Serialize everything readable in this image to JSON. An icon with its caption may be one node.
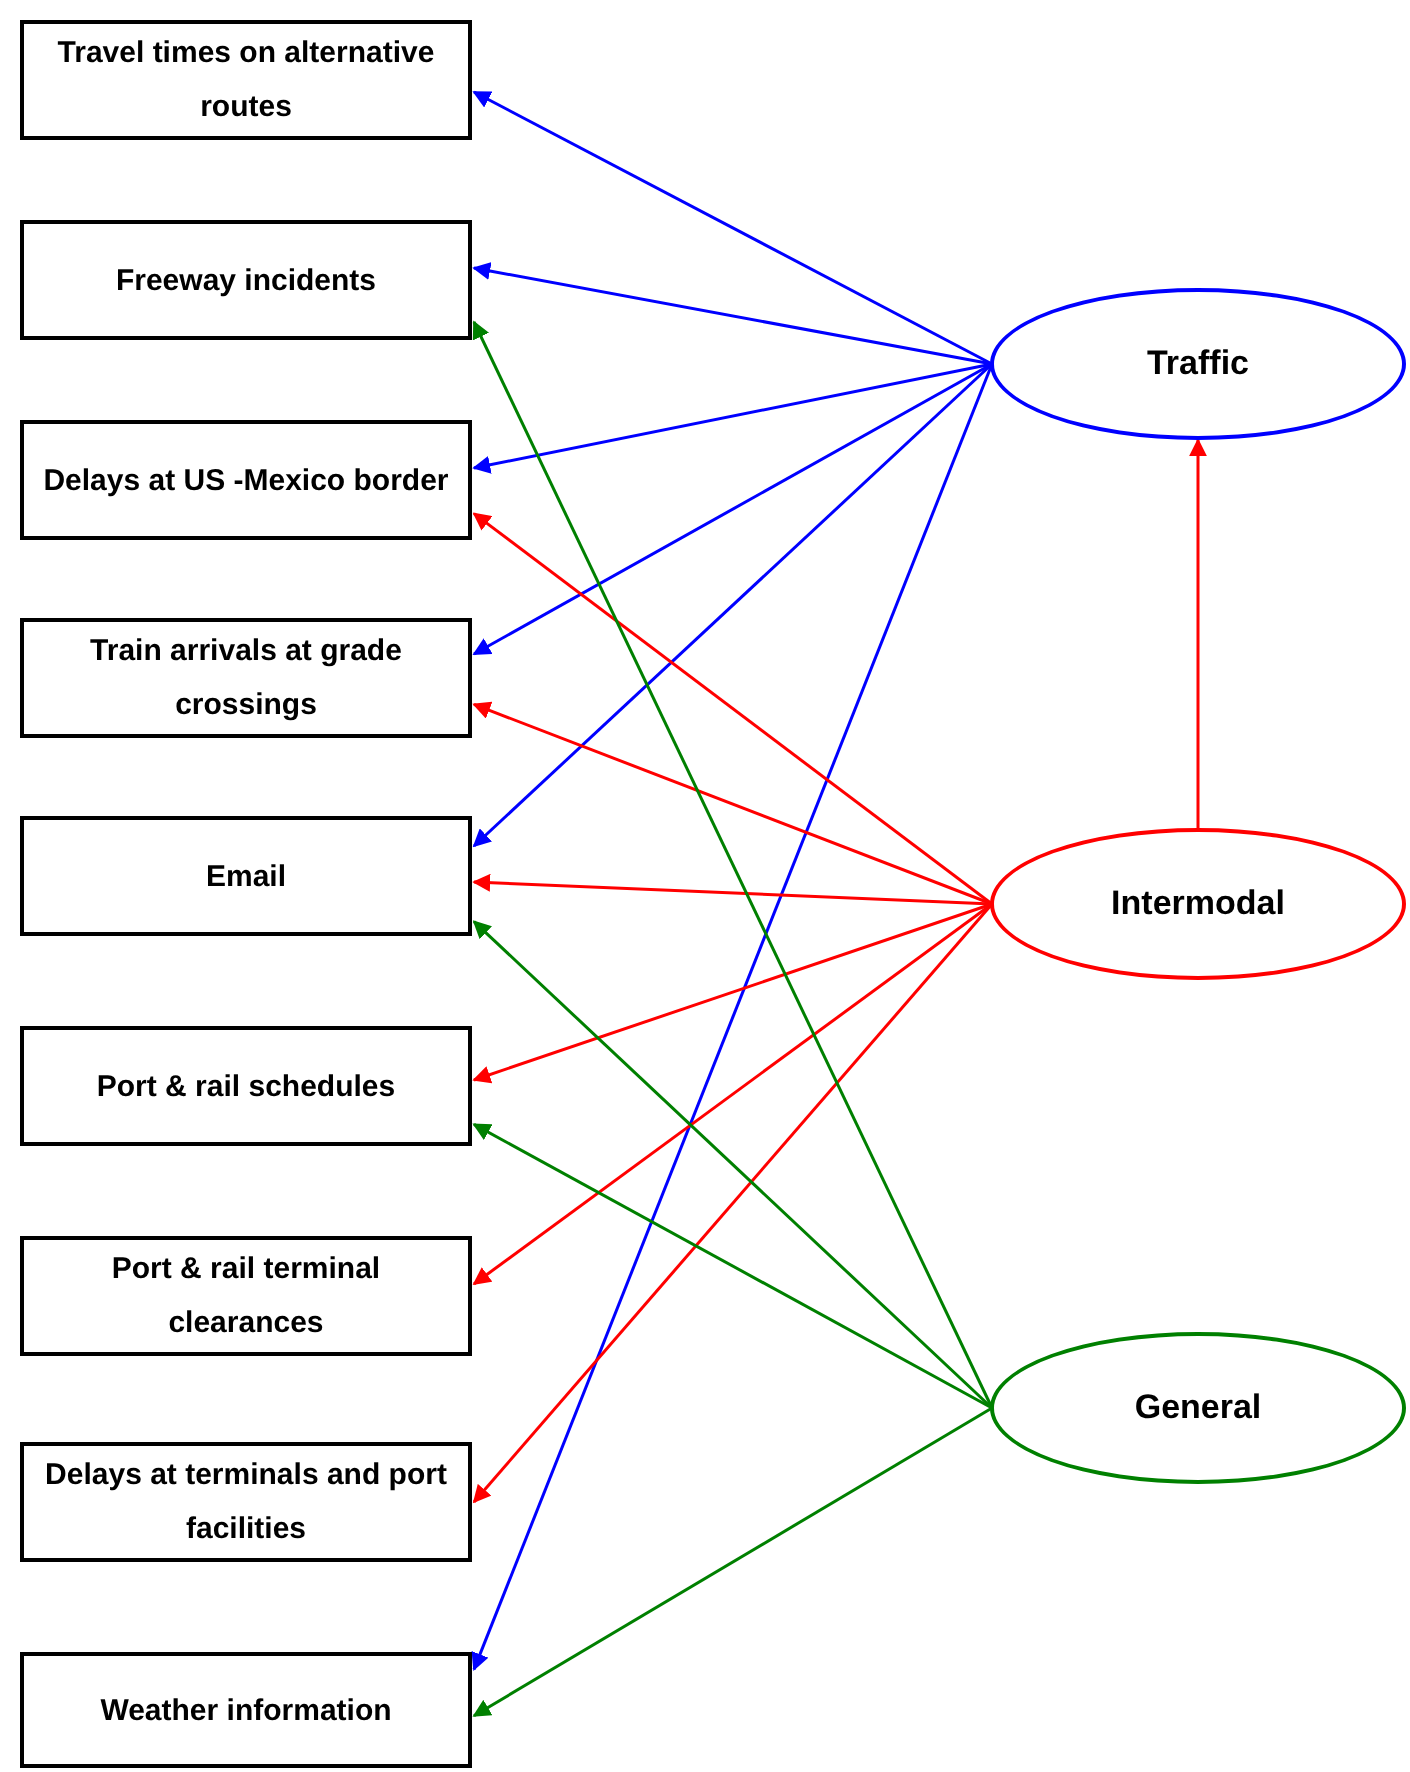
{
  "diagram": {
    "nodes": [
      {
        "text": [
          "Travel times on alternative routes"
        ]
      },
      {
        "text": [
          "Freeway incidents"
        ]
      },
      {
        "text": [
          "Delays at US -Mexico border"
        ]
      },
      {
        "text": [
          "Train arrivals at grade crossings"
        ]
      },
      {
        "text": [
          "Email"
        ]
      },
      {
        "text": [
          "Port & rail schedules"
        ]
      },
      {
        "text": [
          "Port & rail terminal clearances"
        ]
      },
      {
        "text": [
          "Delays at terminals and port facilities"
        ]
      },
      {
        "text": [
          "Weather information"
        ]
      },
      {
        "text": [
          "Traffic"
        ]
      },
      {
        "text": [
          "Intermodal"
        ]
      },
      {
        "text": [
          "General"
        ]
      }
    ],
    "edges": [
      {
        "from": 9,
        "to": 0,
        "arrow": "to",
        "color": "#0000ff"
      },
      {
        "from": 9,
        "to": 1,
        "arrow": "to",
        "color": "#0000ff"
      },
      {
        "from": 9,
        "to": 2,
        "arrow": "to",
        "color": "#0000ff"
      },
      {
        "from": 9,
        "to": 3,
        "arrow": "to",
        "color": "#0000ff"
      },
      {
        "from": 9,
        "to": 4,
        "arrow": "to",
        "color": "#0000ff"
      },
      {
        "from": 9,
        "to": 8,
        "arrow": "to",
        "color": "#0000ff"
      },
      {
        "from": 10,
        "to": 9,
        "arrow": "to",
        "color": "#ff0000"
      },
      {
        "from": 10,
        "to": 2,
        "arrow": "to",
        "color": "#ff0000"
      },
      {
        "from": 10,
        "to": 3,
        "arrow": "to",
        "color": "#ff0000"
      },
      {
        "from": 10,
        "to": 4,
        "arrow": "to",
        "color": "#ff0000"
      },
      {
        "from": 10,
        "to": 5,
        "arrow": "to",
        "color": "#ff0000"
      },
      {
        "from": 10,
        "to": 6,
        "arrow": "to",
        "color": "#ff0000"
      },
      {
        "from": 10,
        "to": 7,
        "arrow": "to",
        "color": "#ff0000"
      },
      {
        "from": 11,
        "to": 1,
        "arrow": "to",
        "color": "#008000"
      },
      {
        "from": 11,
        "to": 4,
        "arrow": "to",
        "color": "#008000"
      },
      {
        "from": 11,
        "to": 5,
        "arrow": "to",
        "color": "#008000"
      },
      {
        "from": 11,
        "to": 8,
        "arrow": "to",
        "color": "#008000"
      }
    ]
  }
}
